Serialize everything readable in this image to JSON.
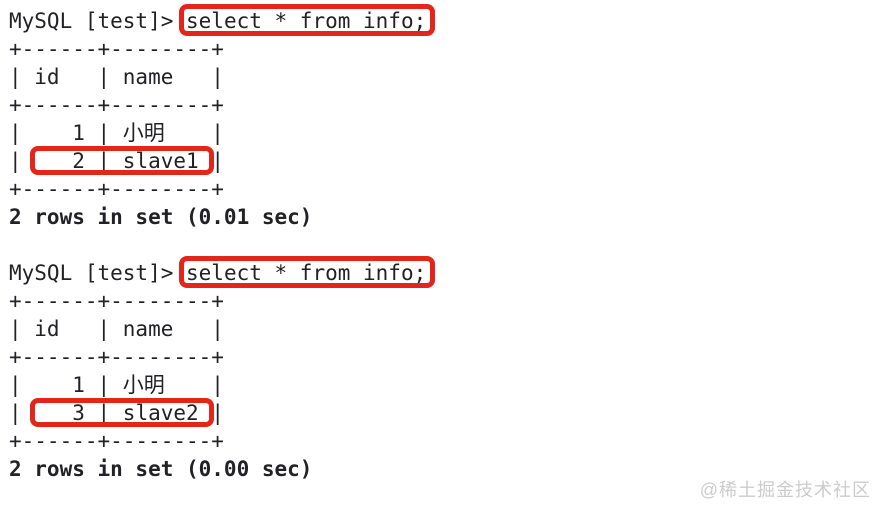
{
  "terminal": {
    "blocks": [
      {
        "prompt": "MySQL [test]> ",
        "query": "select * from info;",
        "table": {
          "columns": [
            "id",
            "name"
          ],
          "rows": [
            [
              "1",
              "小明"
            ],
            [
              "2",
              "slave1"
            ]
          ],
          "border": "+------+--------+",
          "header_line": "| id   | name   |",
          "row1_left": "|    1 | ",
          "row1_name": "小明",
          "row1_right": "   |",
          "row2_left": "| ",
          "row2_highlight": "   2 | slave1 ",
          "row2_right": "|"
        },
        "status": "2 rows in set (0.01 sec)"
      },
      {
        "prompt": "MySQL [test]> ",
        "query": "select * from info;",
        "table": {
          "columns": [
            "id",
            "name"
          ],
          "rows": [
            [
              "1",
              "小明"
            ],
            [
              "3",
              "slave2"
            ]
          ],
          "border": "+------+--------+",
          "header_line": "| id   | name   |",
          "row1_left": "|    1 | ",
          "row1_name": "小明",
          "row1_right": "   |",
          "row2_left": "| ",
          "row2_highlight": "   3 | slave2 ",
          "row2_right": "|"
        },
        "status": "2 rows in set (0.00 sec)"
      }
    ]
  },
  "watermark": {
    "text": "@稀土掘金技术社区"
  },
  "colors": {
    "highlight_red": "#e3251c",
    "text": "#222226",
    "watermark_gray": "#cccccc",
    "background": "#ffffff"
  }
}
